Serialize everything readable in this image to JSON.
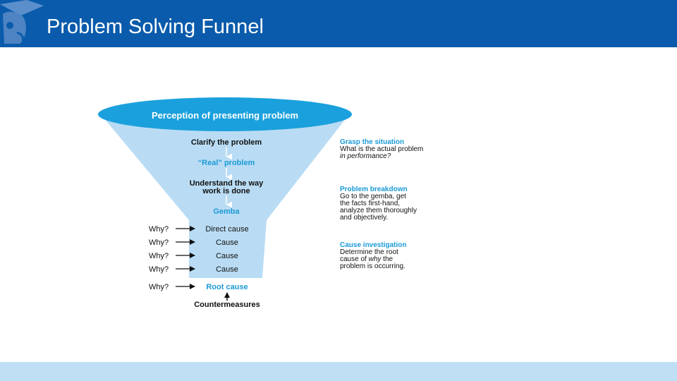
{
  "slide": {
    "title": "Problem Solving Funnel"
  },
  "colors": {
    "header": "#0a5bab",
    "funnel": "#b9dcf4",
    "ellipse": "#1aa0dc",
    "accent_text": "#1a9ad6",
    "footer": "#bfe0f4"
  },
  "funnel": {
    "top_label": "Perception of presenting problem",
    "steps": {
      "clarify": "Clarify the problem",
      "real": "“Real” problem",
      "understand_1": "Understand the way",
      "understand_2": "work is done",
      "gemba": "Gemba"
    },
    "why_label": "Why?",
    "causes": {
      "direct": "Direct cause",
      "cause1": "Cause",
      "cause2": "Cause",
      "cause3": "Cause",
      "root": "Root cause"
    },
    "countermeasures": "Countermeasures"
  },
  "notes": {
    "grasp": {
      "heading": "Grasp the situation",
      "line1": "What is the actual problem",
      "line2": "in performance?"
    },
    "breakdown": {
      "heading": "Problem breakdown",
      "line1": "Go to the gemba, get",
      "line2": "the facts first-hand,",
      "line3": "analyze them thoroughly",
      "line4": "and objectively."
    },
    "investigation": {
      "heading": "Cause investigation",
      "line1": "Determine the root",
      "line2a": "cause of ",
      "line2b": "why",
      "line2c": " the",
      "line3": "problem is occurring."
    }
  }
}
